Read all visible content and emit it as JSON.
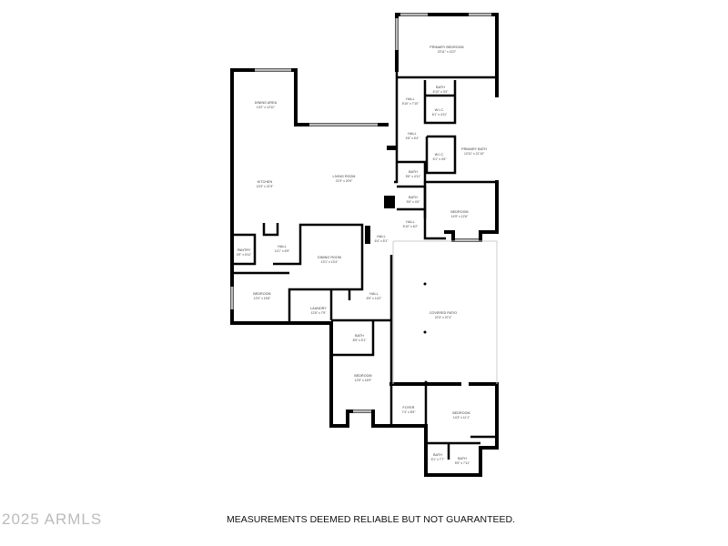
{
  "rooms": [
    {
      "name": "PRIMARY BEDROOM",
      "dims": "20'11\" x 13'2\""
    },
    {
      "name": "HALL",
      "dims": "5'10\" x 7'10\""
    },
    {
      "name": "BATH",
      "dims": "6'10\" x 3'4\""
    },
    {
      "name": "W.I.C.",
      "dims": "6'1\" x 4'11\""
    },
    {
      "name": "HALL",
      "dims": "4'8\" x 6'4\""
    },
    {
      "name": "PRIMARY BATH",
      "dims": "13'11\" x 21'10\""
    },
    {
      "name": "W.I.C.",
      "dims": "6'1\" x 4'6\""
    },
    {
      "name": "BATH",
      "dims": "5'6\" x 4'11\""
    },
    {
      "name": "BATH",
      "dims": "5'6\" x 4'6\""
    },
    {
      "name": "BEDROOM",
      "dims": "14'9\" x 12'6\""
    },
    {
      "name": "HALL",
      "dims": "5'10\" x 6'2\""
    },
    {
      "name": "HALL",
      "dims": "6'4\" x 5'1\""
    },
    {
      "name": "DINING AREA",
      "dims": "13'2\" x 12'11\""
    },
    {
      "name": "LIVING ROOM",
      "dims": "21'9\" x 20'9\""
    },
    {
      "name": "KITCHEN",
      "dims": "13'3\" x 21'9\""
    },
    {
      "name": "PANTRY",
      "dims": "4'9\" x 5'11\""
    },
    {
      "name": "HALL",
      "dims": "11'1\" x 6'9\""
    },
    {
      "name": "DINING ROOM",
      "dims": "13'1\" x 13'4\""
    },
    {
      "name": "BEDROOM",
      "dims": "12'0\" x 15'8\""
    },
    {
      "name": "LAUNDRY",
      "dims": "12'8\" x 7'9\""
    },
    {
      "name": "HALL",
      "dims": "6'9\" x 14'2\""
    },
    {
      "name": "COVERED PATIO",
      "dims": "22'3\" x 37'4\""
    },
    {
      "name": "BATH",
      "dims": "8'5\" x 5'1\""
    },
    {
      "name": "BEDROOM",
      "dims": "12'5\" x 16'9\""
    },
    {
      "name": "FOYER",
      "dims": "7'4\" x 8'5\""
    },
    {
      "name": "BEDROOM",
      "dims": "14'3\" x 11'1\""
    },
    {
      "name": "BATH",
      "dims": "5'1\" x 7'7\""
    },
    {
      "name": "BATH",
      "dims": "5'9\" x 7'11\""
    }
  ],
  "watermark": "2025 ARMLS",
  "disclaimer": "MEASUREMENTS DEEMED RELIABLE BUT NOT GUARANTEED."
}
